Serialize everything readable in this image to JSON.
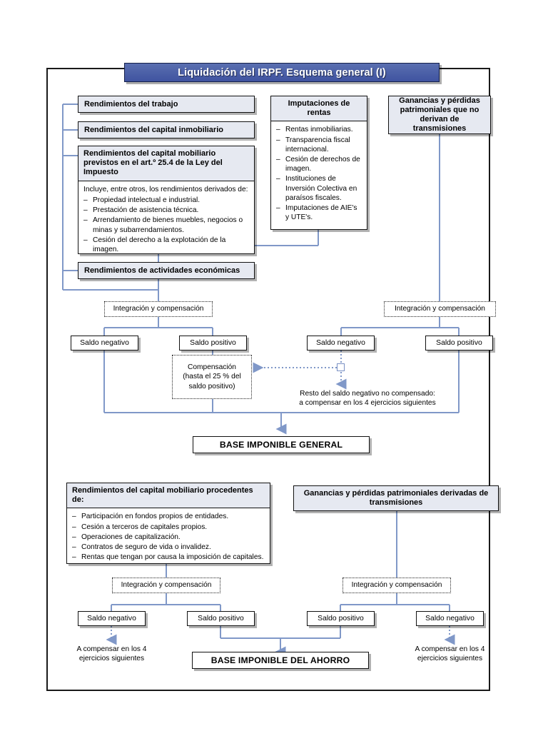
{
  "title": "Liquidación del IRPF. Esquema general (I)",
  "colors": {
    "title_bar": "#4a5fa5",
    "box_fill": "#e6e9f1",
    "connector": "#8098c8",
    "frame": "#1a1a1a"
  },
  "general_base": {
    "income_boxes": [
      {
        "label": "Rendimientos del trabajo"
      },
      {
        "label": "Rendimientos del capital inmobiliario"
      }
    ],
    "capital_mobiliario_panel": {
      "header": "Rendimientos del capital mobiliario previstos en el art.º 25.4 de la Ley del Impuesto",
      "intro": "Incluye, entre otros, los rendimientos derivados de:",
      "items": [
        "Propiedad intelectual e industrial.",
        "Prestación de asistencia técnica.",
        "Arrendamiento de bienes muebles, negocios o minas y subarrendamientos.",
        "Cesión del derecho a la explotación de la imagen."
      ]
    },
    "actividades_box": {
      "label": "Rendimientos de actividades económicas"
    },
    "imputaciones_panel": {
      "header": "Imputaciones de rentas",
      "items": [
        "Rentas inmobiliarias.",
        "Transparencia fiscal internacional.",
        "Cesión de derechos de imagen.",
        "Instituciones de Inversión Colectiva en paraísos fiscales.",
        "Imputaciones de AIE's y UTE's."
      ]
    },
    "ganancias_box": {
      "label": "Ganancias y pérdidas patrimoniales que no derivan de transmisiones"
    },
    "integracion_left": "Integración y compensación",
    "integracion_right": "Integración y compensación",
    "saldo_left_negativo": "Saldo negativo",
    "saldo_left_positivo": "Saldo positivo",
    "saldo_right_negativo": "Saldo negativo",
    "saldo_right_positivo": "Saldo positivo",
    "compensacion": "Compensación\n(hasta el 25 % del saldo positivo)",
    "compensacion_line1": "Compensación",
    "compensacion_line2": "(hasta el 25 % del",
    "compensacion_line3": "saldo positivo)",
    "resto_line1": "Resto del saldo negativo no compensado:",
    "resto_line2": "a compensar en los 4 ejercicios siguientes",
    "result": "BASE IMPONIBLE GENERAL"
  },
  "savings_base": {
    "capital_panel": {
      "header": "Rendimientos del capital mobiliario procedentes de:",
      "items": [
        "Participación en fondos propios de entidades.",
        "Cesión a terceros de capitales propios.",
        "Operaciones de capitalización.",
        "Contratos de seguro de vida o invalidez.",
        "Rentas que tengan por causa la imposición de capitales."
      ]
    },
    "ganancias_box": {
      "label": "Ganancias y pérdidas patrimoniales derivadas de transmisiones"
    },
    "integracion_left": "Integración y compensación",
    "integracion_right": "Integración y compensación",
    "saldo_left_negativo": "Saldo negativo",
    "saldo_left_positivo": "Saldo positivo",
    "saldo_right_positivo": "Saldo positivo",
    "saldo_right_negativo": "Saldo negativo",
    "compensar_left_line1": "A compensar en los 4",
    "compensar_left_line2": "ejercicios siguientes",
    "compensar_right_line1": "A compensar en los 4",
    "compensar_right_line2": "ejercicios siguientes",
    "result": "BASE IMPONIBLE DEL AHORRO"
  }
}
